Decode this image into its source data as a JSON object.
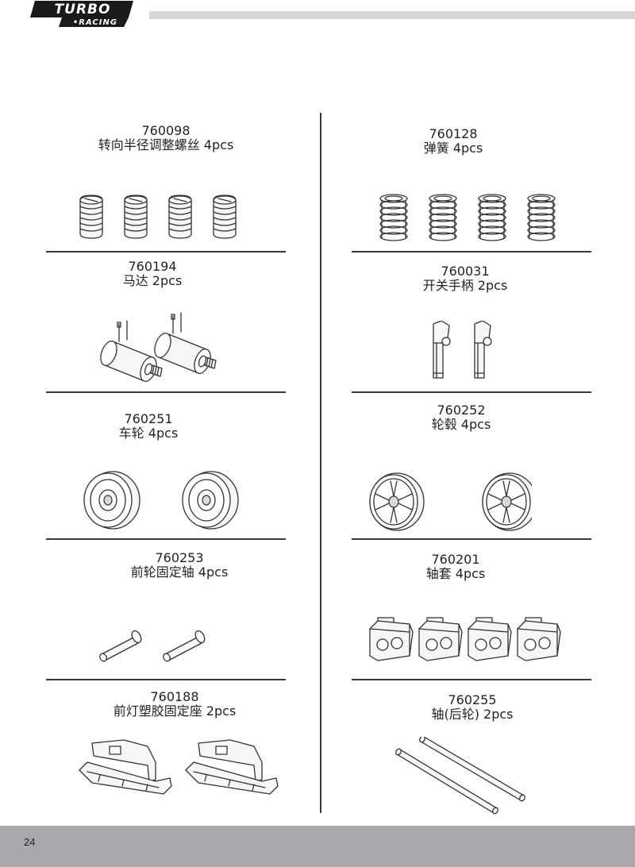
{
  "header": {
    "logo_line1": "TURBO",
    "logo_line2": "RACING"
  },
  "footer": {
    "page_number": "24"
  },
  "parts": [
    {
      "code": "760098",
      "name": "转向半径调整螺丝 4pcs",
      "icon": "set-screw-icon"
    },
    {
      "code": "760128",
      "name": "弹簧 4pcs",
      "icon": "spring-icon"
    },
    {
      "code": "760194",
      "name": "马达 2pcs",
      "icon": "motor-icon"
    },
    {
      "code": "760031",
      "name": "开关手柄 2pcs",
      "icon": "switch-handle-icon"
    },
    {
      "code": "760251",
      "name": "车轮 4pcs",
      "icon": "wheel-icon"
    },
    {
      "code": "760252",
      "name": "轮毂 4pcs",
      "icon": "wheel-hub-icon"
    },
    {
      "code": "760253",
      "name": "前轮固定轴 4pcs",
      "icon": "front-axle-pin-icon"
    },
    {
      "code": "760201",
      "name": "轴套 4pcs",
      "icon": "bushing-icon"
    },
    {
      "code": "760188",
      "name": "前灯塑胶固定座 2pcs",
      "icon": "headlight-mount-icon"
    },
    {
      "code": "760255",
      "name": "轴(后轮) 2pcs",
      "icon": "rear-axle-icon"
    }
  ]
}
